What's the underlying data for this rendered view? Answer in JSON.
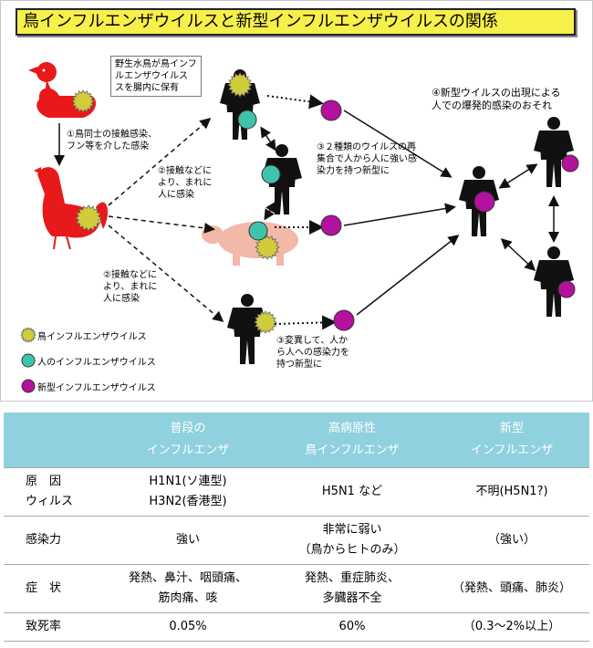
{
  "title": "鳥インフルエンザウイルスと新型インフルエンザウイルスの関係",
  "labels": {
    "wild_bird": "野生水鳥が鳥インフ\nルエンザウイルス\nスを腸内に保有",
    "step1": "①鳥同士の接触感染、\nフン等を介した感染",
    "step2_upper": "②接触などに\nより、まれに\n人に感染",
    "step2_lower": "②接触などに\nより、まれに\n人に感染",
    "step3_upper": "③２種類のウイルスの再\n集合で人から人に強い感\n染力を持つ新型に",
    "step3_lower": "③変異して、人か\nら人への感染力を\n持つ新型に",
    "step4": "④新型ウイルスの出現による\n人での爆発的感染のおそれ"
  },
  "legend": [
    {
      "label": "鳥インフルエンザウイルス",
      "color": "#d0cc3a",
      "type": "spiky"
    },
    {
      "label": "人のインフルエンザウイルス",
      "color": "#3ec4ad",
      "type": "circle"
    },
    {
      "label": "新型インフルエンザウイルス",
      "color": "#b4119f",
      "type": "circle"
    }
  ],
  "colors": {
    "bird_red": "#e8191a",
    "bird_virus": "#d0cc3a",
    "human_virus": "#3ec4ad",
    "new_virus": "#b4119f",
    "title_bg": "#f6f04a",
    "table_header": "#8fd1df"
  },
  "table": {
    "headers": [
      "",
      "普段の\nインフルエンザ",
      "高病原性\n鳥インフルエンザ",
      "新型\nインフルエンザ"
    ],
    "rows": [
      [
        "原　因\nウィルス",
        "H1N1(ソ連型)\nH3N2(香港型)",
        "H5N1 など",
        "不明(H5N1?)"
      ],
      [
        "感染力",
        "強い",
        "非常に弱い\n（鳥からヒトのみ）",
        "（強い）"
      ],
      [
        "症　状",
        "発熱、鼻汁、咽頭痛、\n筋肉痛、咳",
        "発熱、重症肺炎、\n多臓器不全",
        "（発熱、頭痛、肺炎）"
      ],
      [
        "致死率",
        "0.05%",
        "60%",
        "（0.3～2%以上）"
      ]
    ]
  }
}
